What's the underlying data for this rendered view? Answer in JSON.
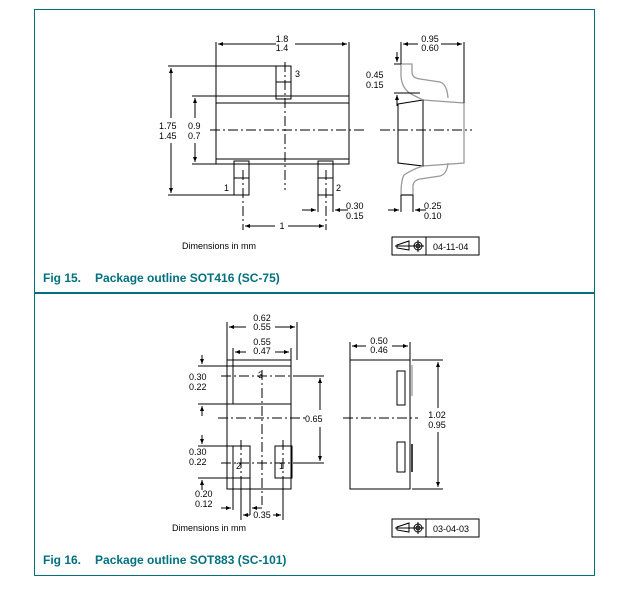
{
  "figures": [
    {
      "number": "Fig 15.",
      "title": "Package outline SOT416 (SC-75)",
      "dimensions_note": "Dimensions in mm",
      "drawing_code": "04-11-04",
      "labels": {
        "width_max": "1.8",
        "width_min": "1.4",
        "height_max": "1.75",
        "height_min": "1.45",
        "body_max": "0.9",
        "body_min": "0.7",
        "side_width_max": "0.95",
        "side_width_min": "0.60",
        "lead_height_max": "0.45",
        "lead_height_min": "0.15",
        "lead_width_max": "0.30",
        "lead_width_min": "0.15",
        "lead_thk_max": "0.25",
        "lead_thk_min": "0.10",
        "pitch": "1",
        "pin1": "1",
        "pin2": "2",
        "pin3": "3"
      }
    },
    {
      "number": "Fig 16.",
      "title": "Package outline SOT883 (SC-101)",
      "dimensions_note": "Dimensions in mm",
      "drawing_code": "03-04-03",
      "labels": {
        "width_max": "0.62",
        "width_min": "0.55",
        "pad_width_max": "0.55",
        "pad_width_min": "0.47",
        "pad3_h_max": "0.30",
        "pad3_h_min": "0.22",
        "pad12_h_max": "0.30",
        "pad12_h_min": "0.22",
        "pad_w_max": "0.20",
        "pad_w_min": "0.12",
        "pad_pitch": "0.35",
        "pad_spacing": "0.65",
        "side_width_max": "0.50",
        "side_width_min": "0.46",
        "length_max": "1.02",
        "length_min": "0.95",
        "pin1": "1",
        "pin2": "2",
        "pin3": "3"
      }
    }
  ]
}
